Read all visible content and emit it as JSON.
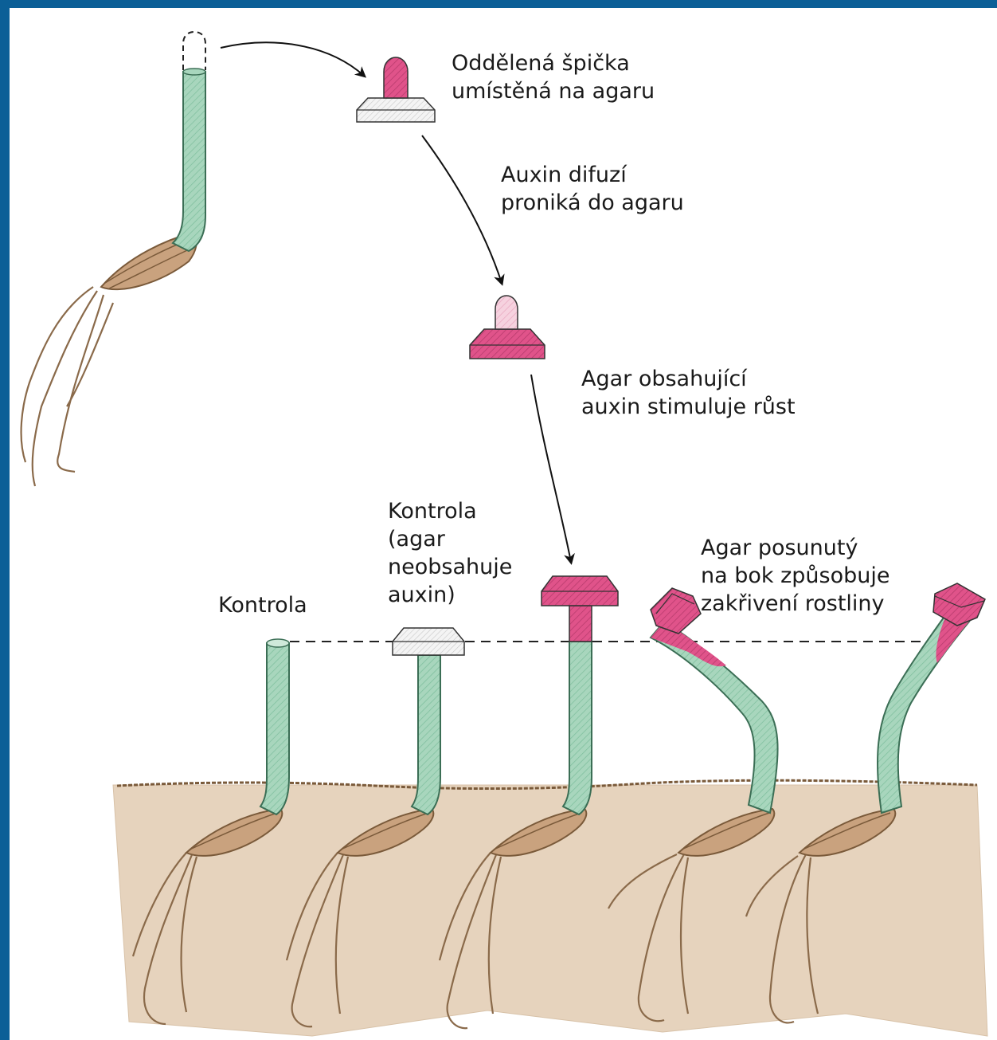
{
  "labels": {
    "separated_tip": [
      "Oddělená špička",
      "umístěná na agaru"
    ],
    "diffusion": [
      "Auxin difuzí",
      "proniká do agaru"
    ],
    "stimulates": [
      "Agar obsahující",
      "auxin stimuluje růst"
    ],
    "control_plain": "Kontrola",
    "control_agar": [
      "Kontrola",
      "(agar",
      "neobsahuje",
      "auxin)"
    ],
    "shifted": [
      "Agar posunutý",
      "na bok způsobuje",
      "zakřivení rostliny"
    ]
  },
  "colors": {
    "frame_border": "#0b5f97",
    "coleoptile": "#a8d6bd",
    "coleoptile_stroke": "#3b6e55",
    "auxin_pink": "#e0538a",
    "light_pink": "#f2bcd0",
    "soil": "#e6d3bd",
    "soil_edge": "#7a5a3a",
    "seed": "#c9a27e",
    "root": "#8a6a4a"
  }
}
